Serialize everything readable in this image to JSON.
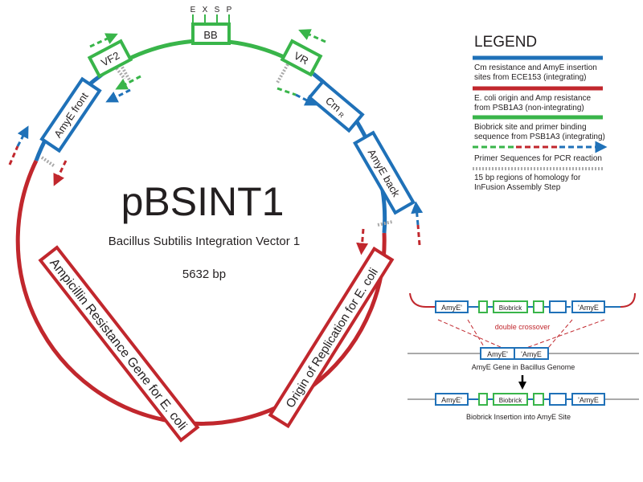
{
  "colors": {
    "blue": "#1f71b8",
    "red": "#c1272d",
    "green": "#39b54a",
    "gray": "#aaaaaa",
    "text": "#231f20"
  },
  "plasmid": {
    "name": "pBSINT1",
    "subtitle": "Bacillus Subtilis Integration Vector 1",
    "size": "5632 bp",
    "restriction_sites": [
      "E",
      "X",
      "S",
      "P"
    ],
    "features": {
      "bb": "BB",
      "vf2": "VF2",
      "vr": "VR",
      "amye_front": "AmyE front",
      "cm": "Cm",
      "cm_sub": "R",
      "amye_back": "AmyE back",
      "amp": "Ampicillin Resistance Gene for E. coli",
      "ori": "Origin of Replication for E. coli"
    }
  },
  "legend": {
    "title": "LEGEND",
    "items": [
      {
        "color": "blue",
        "style": "solid",
        "lines": [
          "Cm resistance and AmyE insertion",
          "sites from ECE153 (integrating)"
        ]
      },
      {
        "color": "red",
        "style": "solid",
        "lines": [
          "E. coli origin and Amp resistance",
          "from PSB1A3 (non-integrating)"
        ]
      },
      {
        "color": "green",
        "style": "solid",
        "lines": [
          "Biobrick site and primer binding",
          "sequence from PSB1A3 (integrating)"
        ]
      },
      {
        "color": "mixed",
        "style": "dashed",
        "lines": [
          "Primer Sequences for PCR reaction"
        ]
      },
      {
        "color": "gray",
        "style": "dotted",
        "lines": [
          "15 bp regions of homology for",
          "InFusion Assembly Step"
        ]
      }
    ]
  },
  "integration": {
    "amye_prime": "AmyE'",
    "prime_amye": "'AmyE",
    "biobrick": "Biobrick",
    "crossover": "double crossover",
    "genome_label": "AmyE Gene in Bacillus Genome",
    "insertion_label": "Biobrick Insertion into AmyE Site"
  }
}
